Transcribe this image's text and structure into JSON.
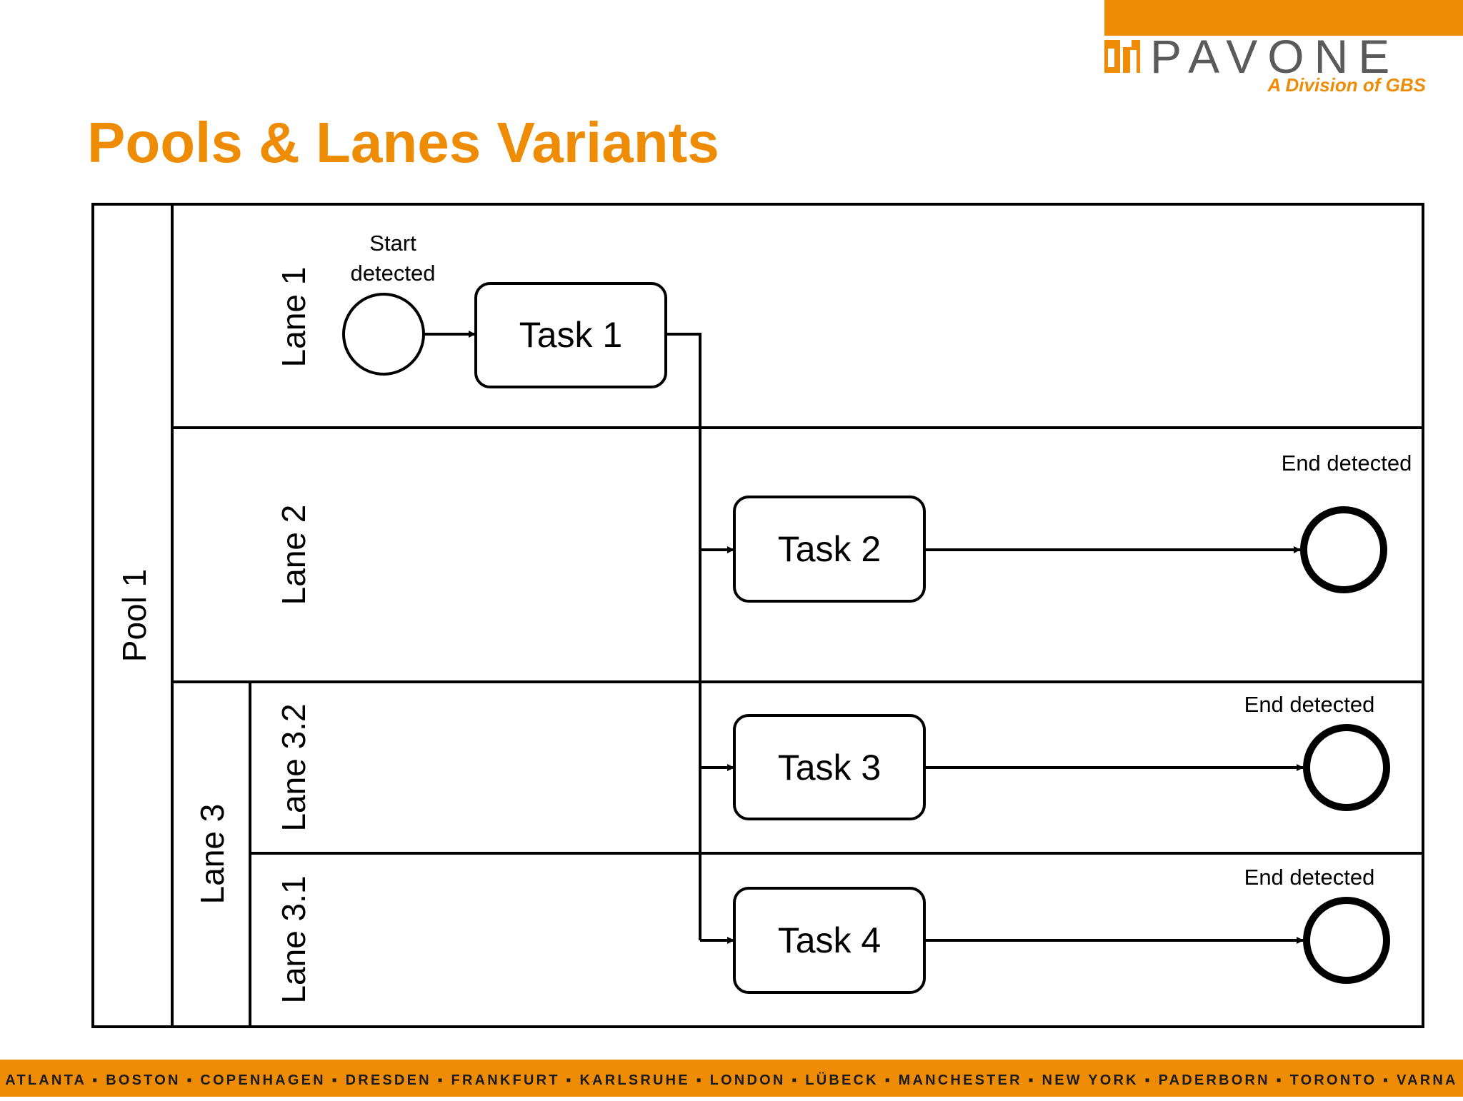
{
  "brand": {
    "name": "PAVONE",
    "tagline": "A Division of GBS",
    "accent_color": "#ef8c05",
    "logo_color": "#5a5a5a"
  },
  "slide": {
    "title": "Pools & Lanes Variants"
  },
  "diagram": {
    "pool": {
      "label": "Pool 1"
    },
    "lanes": {
      "lane1": "Lane 1",
      "lane2": "Lane 2",
      "lane3": "Lane 3",
      "lane3_2": "Lane 3.2",
      "lane3_1": "Lane 3.1"
    },
    "start_event": {
      "label_line1": "Start",
      "label_line2": "detected"
    },
    "tasks": {
      "task1": "Task 1",
      "task2": "Task 2",
      "task3": "Task 3",
      "task4": "Task 4"
    },
    "end_events": {
      "end2": "End detected",
      "end3": "End detected",
      "end4": "End detected"
    }
  },
  "footer": {
    "cities": "ATLANTA ▪ BOSTON ▪ COPENHAGEN ▪ DRESDEN ▪ FRANKFURT ▪ KARLSRUHE ▪ LONDON ▪ LÜBECK ▪ MANCHESTER ▪ NEW YORK ▪ PADERBORN ▪ TORONTO ▪ VARNA"
  }
}
